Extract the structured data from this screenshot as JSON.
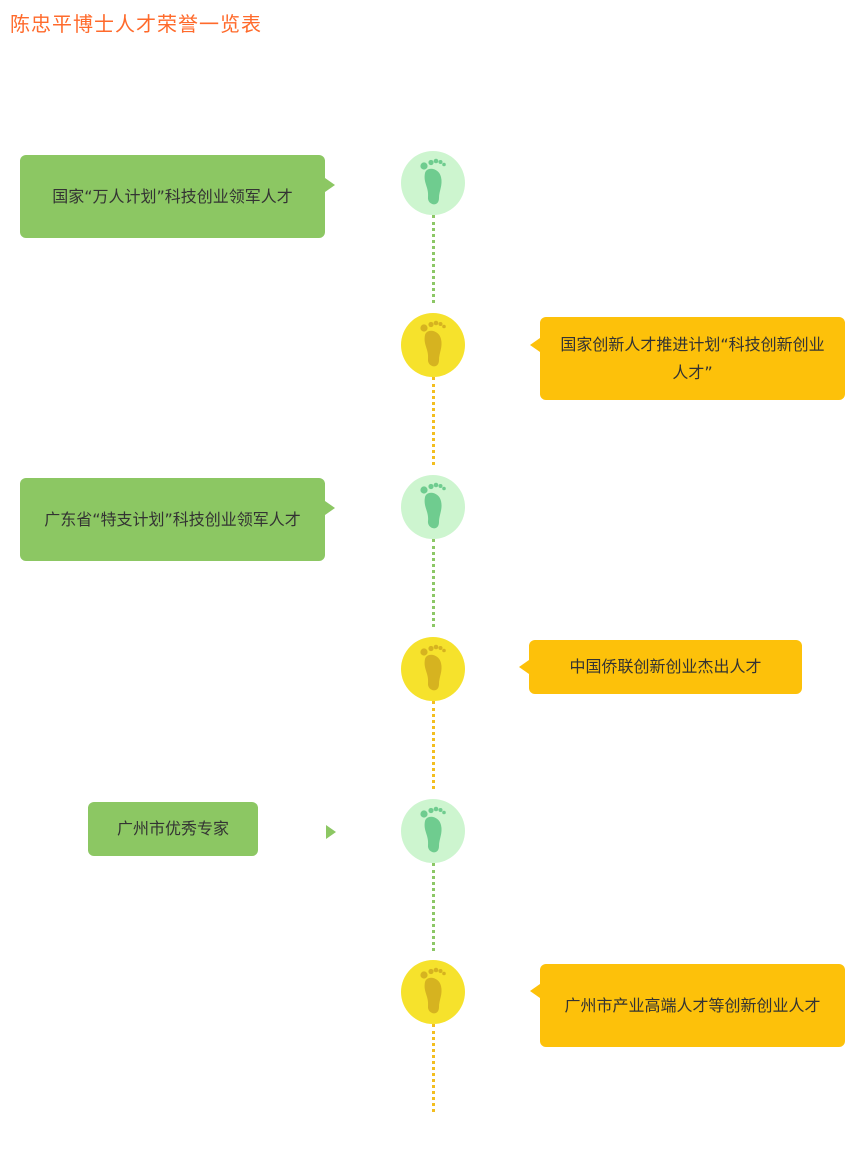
{
  "page": {
    "title": "陈忠平博士人才荣誉一览表"
  },
  "timeline": {
    "items": [
      {
        "label": "国家“万人计划”科技创业领军人才",
        "side": "left",
        "color": "green"
      },
      {
        "label": "国家创新人才推进计划“科技创新创业人才”",
        "side": "right",
        "color": "yellow"
      },
      {
        "label": "广东省“特支计划”科技创业领军人才",
        "side": "left",
        "color": "green"
      },
      {
        "label": "中国侨联创新创业杰出人才",
        "side": "right",
        "color": "yellow"
      },
      {
        "label": "广州市优秀专家",
        "side": "left",
        "color": "green"
      },
      {
        "label": "广州市产业高端人才等创新创业人才",
        "side": "right",
        "color": "yellow"
      }
    ]
  },
  "colors": {
    "title": "#ff6a2b",
    "green_card": "#8cc763",
    "green_node": "#cdf5cf",
    "green_foot": "#6fcc8f",
    "yellow_card": "#fdc10a",
    "yellow_node": "#f6e22c",
    "yellow_foot": "#d6b320"
  },
  "icons": {
    "node_icon": "footprint-icon"
  }
}
